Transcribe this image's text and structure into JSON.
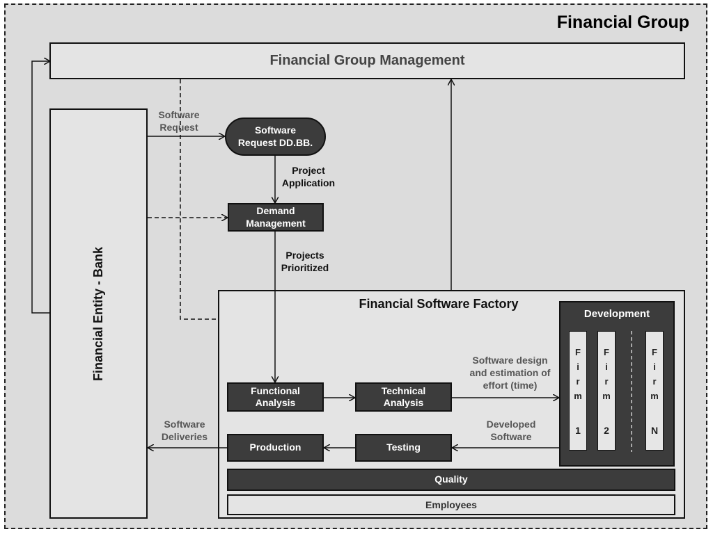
{
  "group_title": "Financial Group",
  "management": "Financial Group Management",
  "entity": "Financial Entity - Bank",
  "software_request_db": "Software Request DD.BB.",
  "demand_management": "Demand Management",
  "factory_title": "Financial Software Factory",
  "development_title": "Development",
  "firms": [
    {
      "letters": [
        "F",
        "i",
        "r",
        "m"
      ],
      "num": "1"
    },
    {
      "letters": [
        "F",
        "i",
        "r",
        "m"
      ],
      "num": "2"
    },
    {
      "letters": [
        "F",
        "i",
        "r",
        "m"
      ],
      "num": "N"
    }
  ],
  "functional_analysis": "Functional Analysis",
  "technical_analysis": "Technical Analysis",
  "production": "Production",
  "testing": "Testing",
  "quality": "Quality",
  "employees": "Employees",
  "labels": {
    "software_request": "Software Request",
    "project_application": "Project Application",
    "projects_prioritized": "Projects Prioritized",
    "software_design": "Software design and estimation of effort (time)",
    "developed_software": "Developed Software",
    "software_deliveries": "Software Deliveries"
  },
  "colors": {
    "background": "#dcdcdc",
    "dark_box": "#3c3c3c",
    "light_box": "#e4e4e4"
  }
}
